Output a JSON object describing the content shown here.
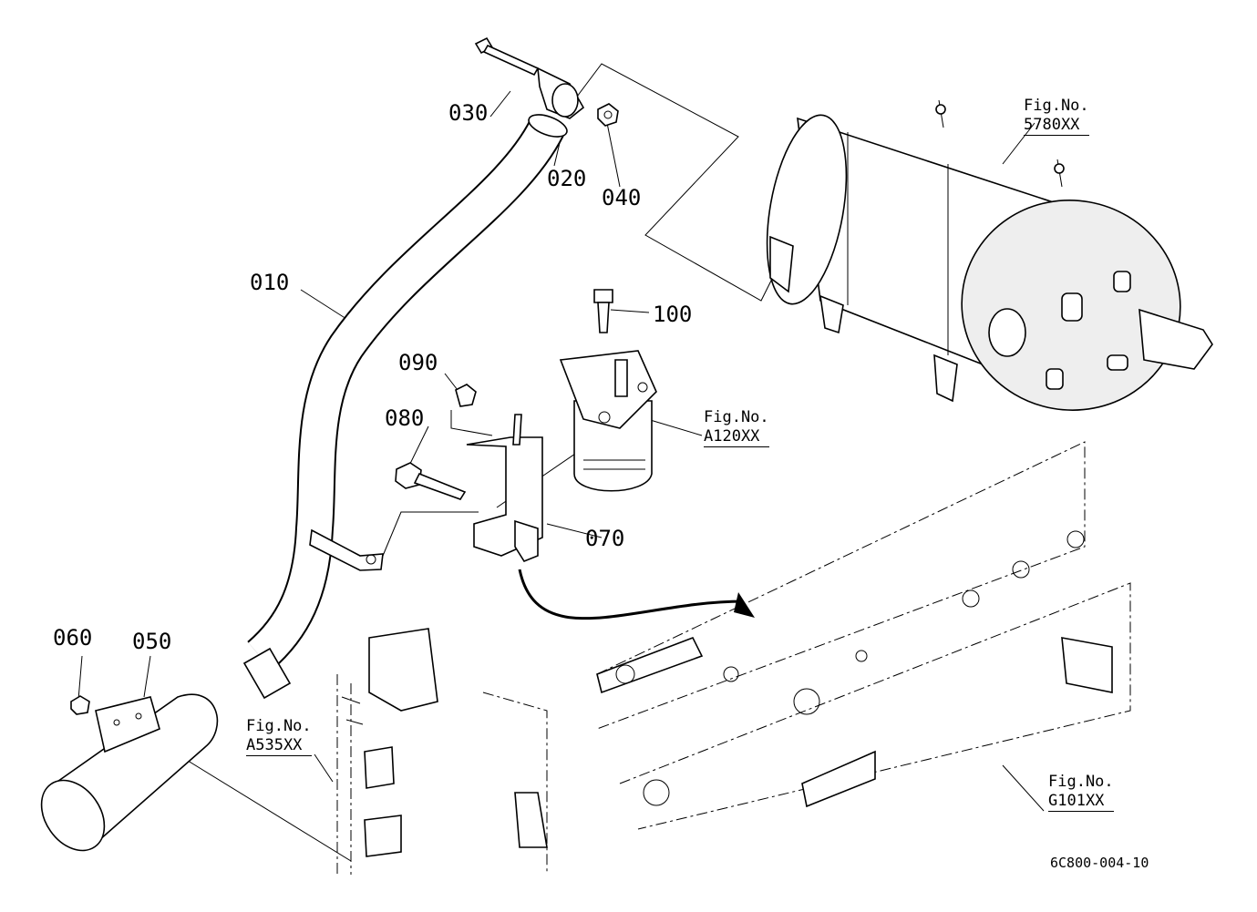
{
  "diagram": {
    "parts": [
      {
        "id": "010"
      },
      {
        "id": "020"
      },
      {
        "id": "030"
      },
      {
        "id": "040"
      },
      {
        "id": "050"
      },
      {
        "id": "060"
      },
      {
        "id": "070"
      },
      {
        "id": "080"
      },
      {
        "id": "090"
      },
      {
        "id": "100"
      }
    ],
    "figure_refs": [
      {
        "label": "Fig.No.",
        "code": "5780XX"
      },
      {
        "label": "Fig.No.",
        "code": "A120XX"
      },
      {
        "label": "Fig.No.",
        "code": "A535XX"
      },
      {
        "label": "Fig.No.",
        "code": "G101XX"
      }
    ],
    "drawing_number": "6C800-004-10"
  }
}
